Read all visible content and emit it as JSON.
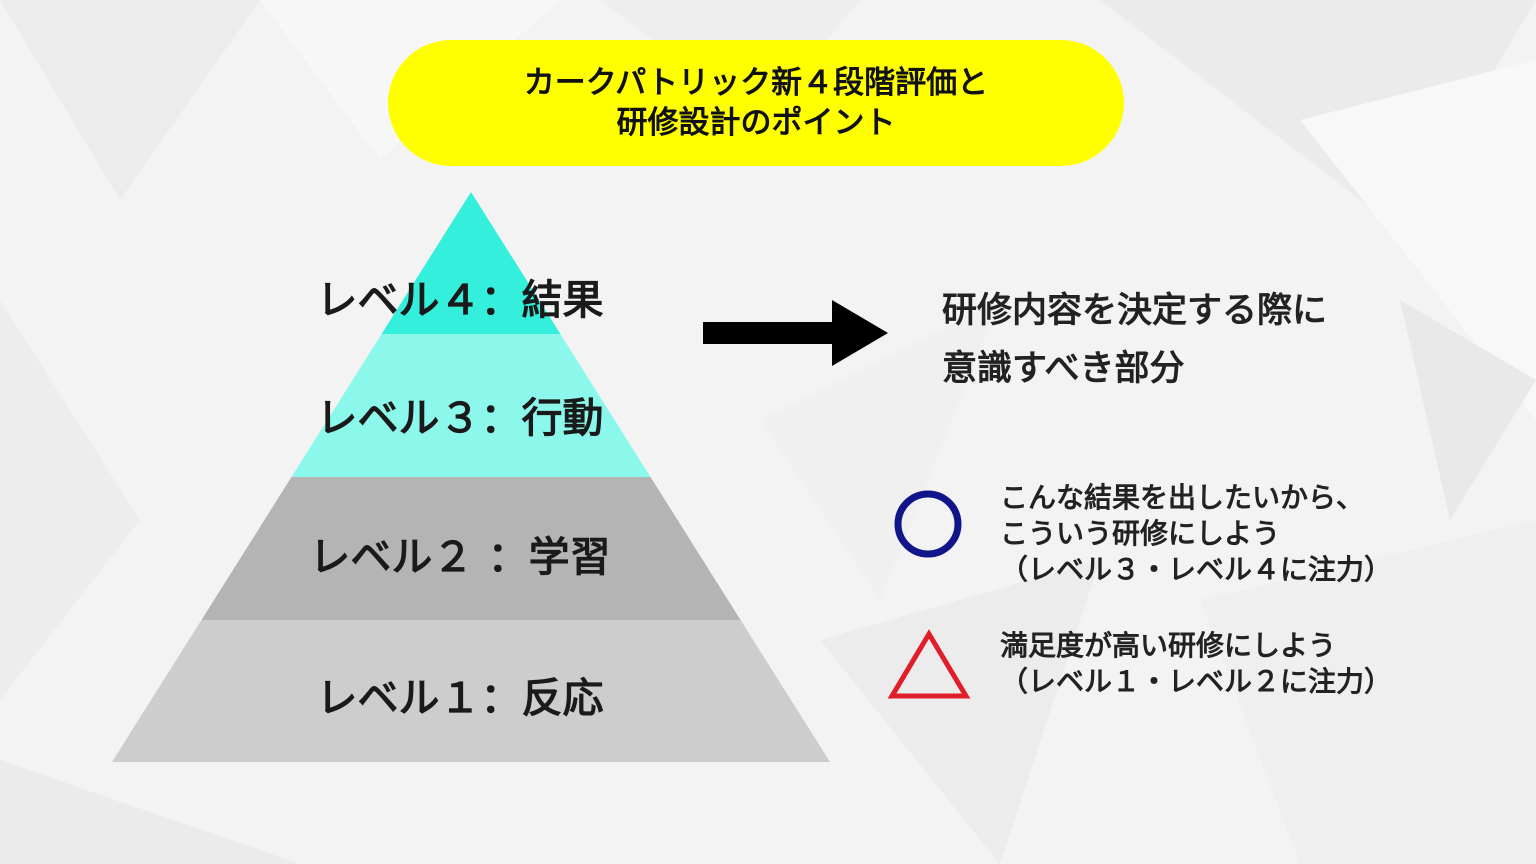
{
  "title": {
    "line1": "カークパトリック新４段階評価と",
    "line2": "研修設計のポイント"
  },
  "pyramid": {
    "levels": [
      {
        "label": "レベル４：結果"
      },
      {
        "label": "レベル３：行動"
      },
      {
        "label": "レベル２ ：学習"
      },
      {
        "label": "レベル１：反応"
      }
    ]
  },
  "arrow_target": {
    "line1": "研修内容を決定する際に",
    "line2": "意識すべき部分"
  },
  "legend": [
    {
      "symbol": "circle-icon",
      "lines": [
        "こんな結果を出したいから、",
        "こういう研修にしよう",
        "（レベル３・レベル４に注力）"
      ]
    },
    {
      "symbol": "triangle-icon",
      "lines": [
        "満足度が高い研修にしよう",
        "（レベル１・レベル２に注力）"
      ]
    }
  ],
  "colors": {
    "title_pill": "#ffff00",
    "level4": "#33efdb",
    "level3": "#8cf8ec",
    "level2": "#b4b4b4",
    "level1": "#cdcdcd",
    "circle": "#11158a",
    "triangle": "#e01e2a",
    "arrow": "#000000"
  }
}
